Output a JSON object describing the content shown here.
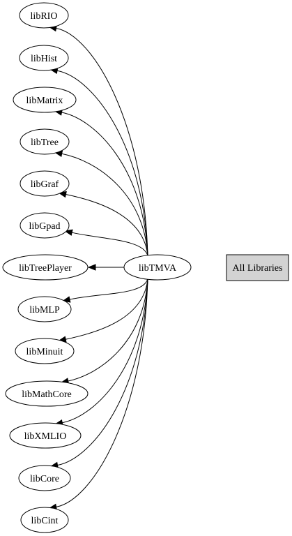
{
  "graph": {
    "center": "libTMVA",
    "dependencies": [
      "libRIO",
      "libHist",
      "libMatrix",
      "libTree",
      "libGraf",
      "libGpad",
      "libTreePlayer",
      "libMLP",
      "libMinuit",
      "libMathCore",
      "libXMLIO",
      "libCore",
      "libCint"
    ],
    "all_libraries_label": "All Libraries"
  },
  "colors": {
    "node_fill": "#ffffff",
    "node_stroke": "#000000",
    "button_fill": "#d3d3d3",
    "edge": "#000000"
  }
}
